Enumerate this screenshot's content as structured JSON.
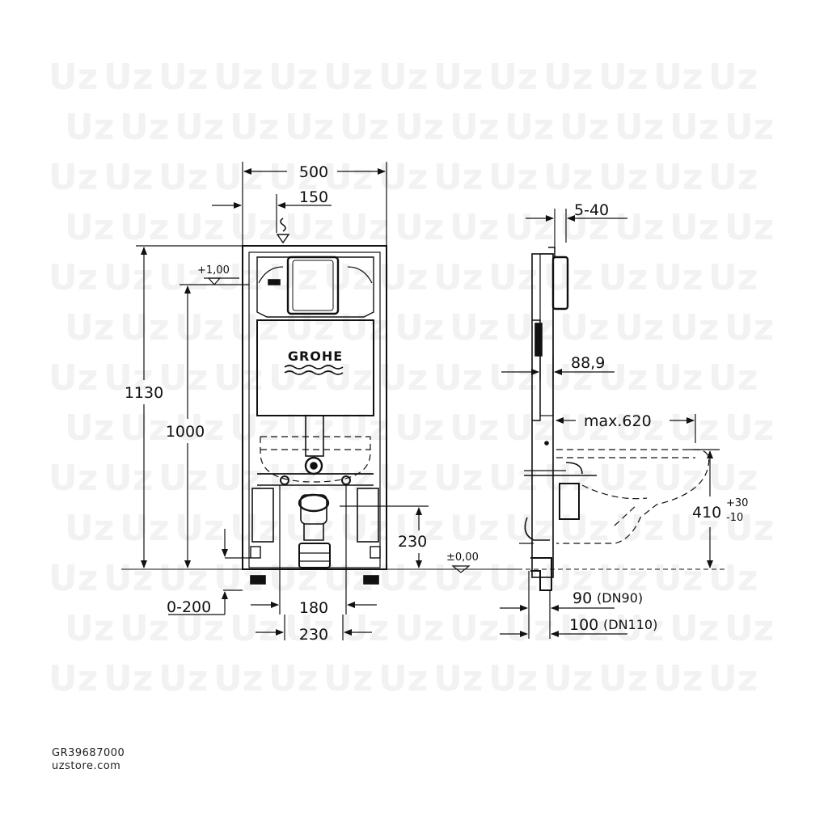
{
  "front_view": {
    "width_total": "500",
    "inlet_offset": "150",
    "height_total": "1130",
    "height_reference": "1000",
    "level_top": "+1,00",
    "drain_height": "230",
    "adjust_range": "0-200",
    "spacing_inner": "180",
    "spacing_outer": "230",
    "level_floor": "±0,00",
    "logo": "GROHE"
  },
  "side_view": {
    "wall_range": "5-40",
    "depth_tank": "88,9",
    "max_depth": "max.620",
    "bowl_height": "410",
    "bowl_tol_plus": "+30",
    "bowl_tol_minus": "-10",
    "pipe_dn90": "90",
    "pipe_dn90_label": "(DN90)",
    "pipe_dn110": "100",
    "pipe_dn110_label": "(DN110)"
  },
  "footer": {
    "product_code": "GR39687000",
    "site": "uzstore.com"
  },
  "watermark": {
    "text": "Uz",
    "color": "#f2f2f2"
  },
  "colors": {
    "line": "#111111",
    "background": "#ffffff"
  }
}
